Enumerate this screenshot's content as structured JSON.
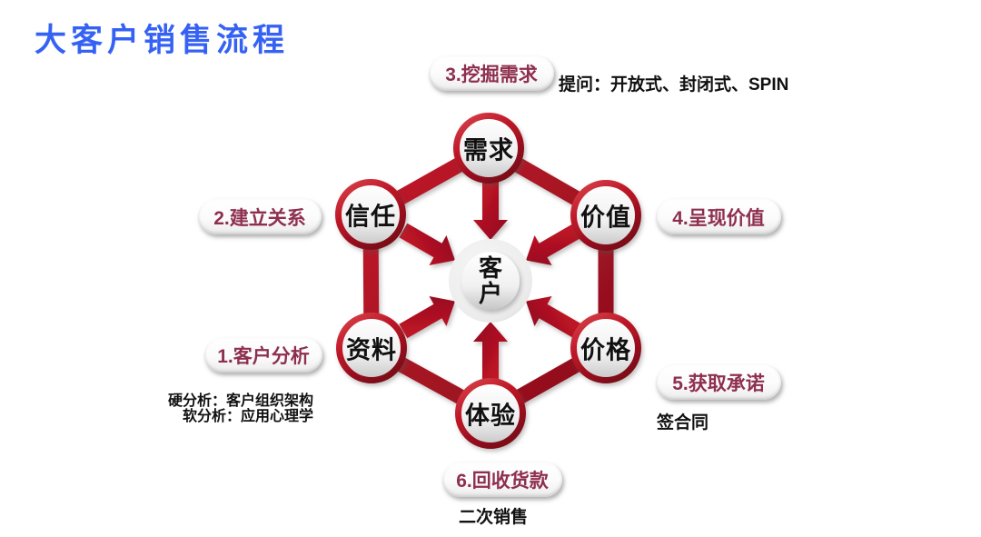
{
  "slide": {
    "title": "大客户销售流程"
  },
  "diagram": {
    "center_label": "客户",
    "nodes": [
      {
        "id": "needs",
        "label": "需求"
      },
      {
        "id": "value",
        "label": "价值"
      },
      {
        "id": "price",
        "label": "价格"
      },
      {
        "id": "experience",
        "label": "体验"
      },
      {
        "id": "materials",
        "label": "资料"
      },
      {
        "id": "trust",
        "label": "信任"
      }
    ],
    "steps": [
      {
        "label": "1.客户分析",
        "notes": [
          "硬分析：客户组织架构",
          "软分析：应用心理学"
        ]
      },
      {
        "label": "2.建立关系",
        "notes": []
      },
      {
        "label": "3.挖掘需求",
        "notes": [
          "提问：开放式、封闭式、SPIN"
        ]
      },
      {
        "label": "4.呈现价值",
        "notes": []
      },
      {
        "label": "5.获取承诺",
        "notes": [
          "签合同"
        ]
      },
      {
        "label": "6.回收货款",
        "notes": [
          "二次销售"
        ]
      }
    ]
  },
  "colors": {
    "title_blue": "#3562F4",
    "arrow_red": "#BE1126",
    "ring_red_dark": "#840D1A",
    "pill_text": "#8E2F4E",
    "node_text": "#111111"
  }
}
